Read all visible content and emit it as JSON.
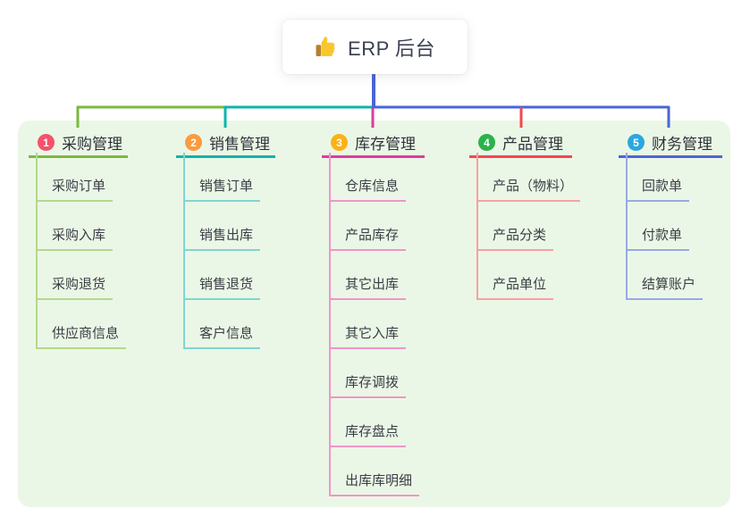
{
  "root": {
    "label": "ERP 后台",
    "icon": "thumbs-up-icon"
  },
  "branches": [
    {
      "badge": "1",
      "label": "采购管理",
      "color": "#7cb93e",
      "light_color": "#b3d98c",
      "badge_color": "#f4526b",
      "children": [
        "采购订单",
        "采购入库",
        "采购退货",
        "供应商信息"
      ]
    },
    {
      "badge": "2",
      "label": "销售管理",
      "color": "#0db5ac",
      "light_color": "#7fd6d0",
      "badge_color": "#fb9a3f",
      "children": [
        "销售订单",
        "销售出库",
        "销售退货",
        "客户信息"
      ]
    },
    {
      "badge": "3",
      "label": "库存管理",
      "color": "#dd3d9b",
      "light_color": "#f096c8",
      "badge_color": "#fcb116",
      "children": [
        "仓库信息",
        "产品库存",
        "其它出库",
        "其它入库",
        "库存调拨",
        "库存盘点",
        "出库库明细"
      ]
    },
    {
      "badge": "4",
      "label": "产品管理",
      "color": "#f2484e",
      "light_color": "#f8a0a3",
      "badge_color": "#2bb24c",
      "children": [
        "产品（物料）",
        "产品分类",
        "产品单位"
      ]
    },
    {
      "badge": "5",
      "label": "财务管理",
      "color": "#4a66d5",
      "light_color": "#98a9e6",
      "badge_color": "#2aa7e0",
      "children": [
        "回款单",
        "付款单",
        "结算账户"
      ]
    }
  ],
  "colors": {
    "canvas_background": "#ffffff",
    "panel_background": "#ebf7e6",
    "root_connector": "#4a66d5",
    "root_text": "#3c4151"
  }
}
